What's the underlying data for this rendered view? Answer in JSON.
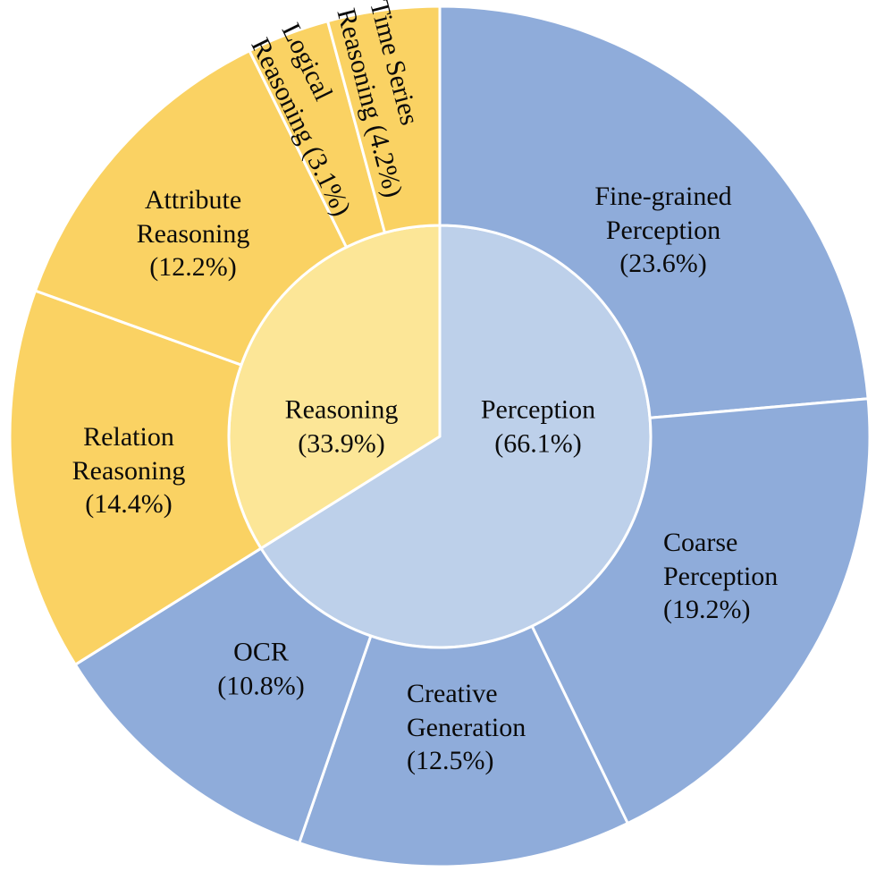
{
  "figure": {
    "background_color": "#FFFFFF",
    "text_color": "#0A0A0A",
    "divider_color": "#FFFFFF"
  },
  "chart_data": {
    "type": "pie",
    "subtype": "sunburst-donut",
    "units": "percent",
    "direction": "clockwise",
    "start_angle_deg": 0,
    "legend": "none",
    "stroke_color": "#FFFFFF",
    "rings": [
      {
        "name": "inner",
        "segments": [
          {
            "label": "Perception",
            "value": 66.1,
            "color": "#BDD0EA",
            "lines": [
              "Perception",
              "(66.1%)"
            ]
          },
          {
            "label": "Reasoning",
            "value": 33.9,
            "color": "#FCE697",
            "lines": [
              "Reasoning",
              "(33.9%)"
            ]
          }
        ]
      },
      {
        "name": "outer",
        "segments": [
          {
            "label": "Fine-grained Perception",
            "parent": "Perception",
            "value": 23.6,
            "color": "#8FACDA",
            "lines": [
              "Fine-grained",
              "Perception",
              "(23.6%)"
            ]
          },
          {
            "label": "Coarse Perception",
            "parent": "Perception",
            "value": 19.2,
            "color": "#8FACDA",
            "lines": [
              "Coarse",
              "Perception",
              "(19.2%)"
            ]
          },
          {
            "label": "Creative Generation",
            "parent": "Perception",
            "value": 12.5,
            "color": "#8FACDA",
            "lines": [
              "Creative",
              "Generation",
              "(12.5%)"
            ]
          },
          {
            "label": "OCR",
            "parent": "Perception",
            "value": 10.8,
            "color": "#8FACDA",
            "lines": [
              "OCR",
              "(10.8%)"
            ]
          },
          {
            "label": "Relation Reasoning",
            "parent": "Reasoning",
            "value": 14.4,
            "color": "#FAD263",
            "lines": [
              "Relation",
              "Reasoning",
              "(14.4%)"
            ]
          },
          {
            "label": "Attribute Reasoning",
            "parent": "Reasoning",
            "value": 12.2,
            "color": "#FAD263",
            "lines": [
              "Attribute",
              "Reasoning",
              "(12.2%)"
            ]
          },
          {
            "label": "Logical Reasoning",
            "parent": "Reasoning",
            "value": 3.1,
            "color": "#FAD263",
            "lines": [
              "Logical",
              "Reasoning (3.1%)"
            ]
          },
          {
            "label": "Time Series Reasoning",
            "parent": "Reasoning",
            "value": 4.2,
            "color": "#FAD263",
            "lines": [
              "Time Series",
              "Reasoning (4.2%)"
            ]
          }
        ]
      }
    ]
  }
}
